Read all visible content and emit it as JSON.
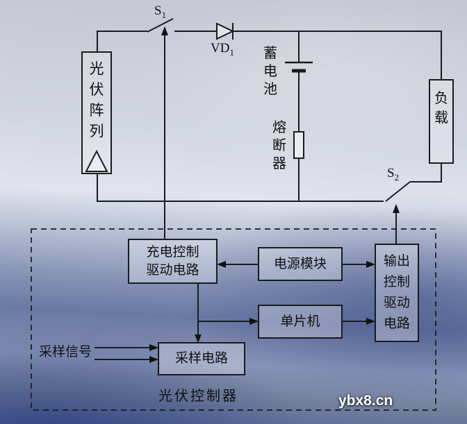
{
  "diagram": {
    "labels": {
      "s1": {
        "base": "S",
        "sub": "1"
      },
      "s2": {
        "base": "S",
        "sub": "2"
      },
      "vd1": {
        "base": "VD",
        "sub": "1"
      },
      "pv_array": "光伏阵列",
      "battery": "蓄电池",
      "fuse": "熔断器",
      "load": "负载",
      "sampling_signal": "采样信号",
      "controller_caption": "光伏控制器"
    },
    "blocks": {
      "charge_drive_lines": [
        "充电控制",
        "驱动电路"
      ],
      "power_module": "电源模块",
      "output_drive_lines": [
        "输出",
        "控制",
        "驱动",
        "电路"
      ],
      "mcu": "单片机",
      "sampling_circuit": "采样电路"
    },
    "colors": {
      "wire": "#1b1b1b",
      "text": "#111111",
      "watermark_text": "#ffffff"
    },
    "watermark": "ybx8.cn"
  }
}
